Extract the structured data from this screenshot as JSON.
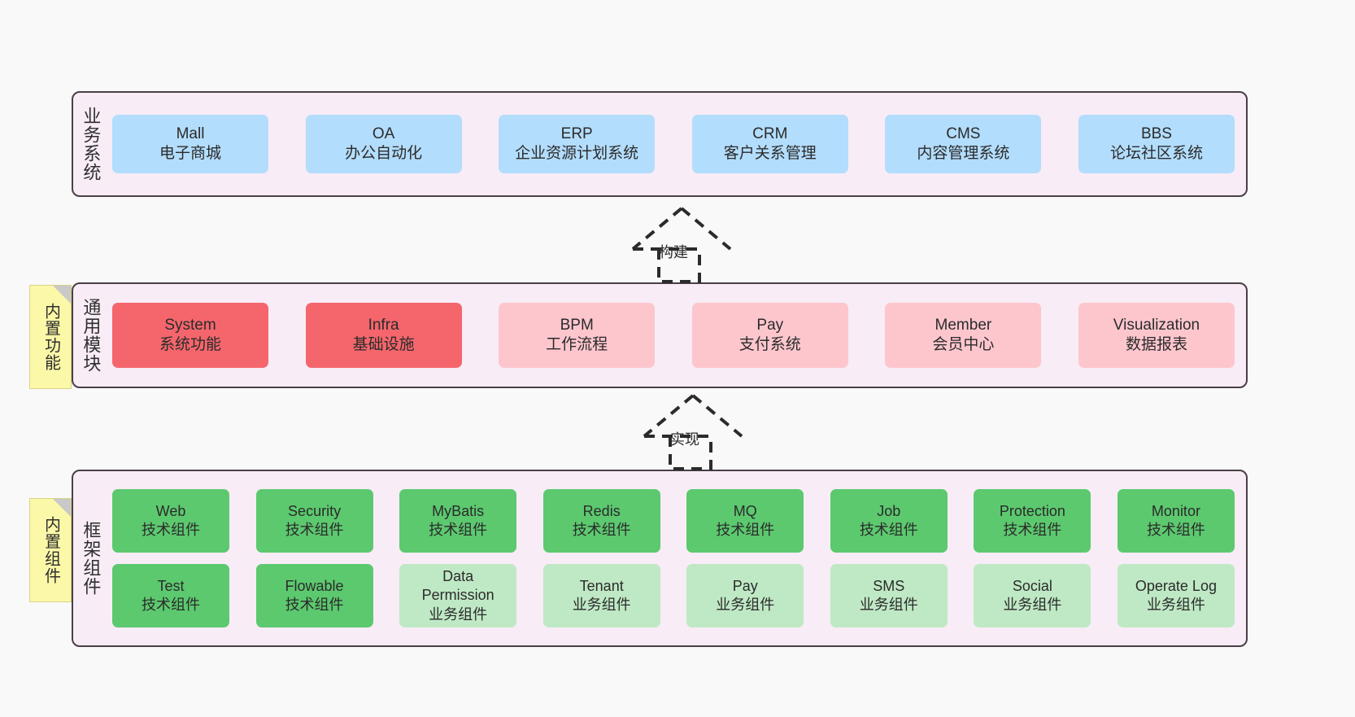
{
  "diagram": {
    "background_color": "#f9f9f9",
    "layer_fill": "#f8ecf6",
    "layer_border": "#4a3f47",
    "note_fill": "#fbf8a8"
  },
  "notes": [
    {
      "id": "built-in-functions",
      "text": "内置功能"
    },
    {
      "id": "built-in-components",
      "text": "内置组件"
    }
  ],
  "connectors": [
    {
      "id": "build",
      "label": "构建"
    },
    {
      "id": "implement",
      "label": "实现"
    }
  ],
  "layers": [
    {
      "id": "business-systems",
      "title": "业务系统",
      "color": "#b3ddfc",
      "nodes": [
        {
          "name": "Mall",
          "sub": "电子商城",
          "color": "blue"
        },
        {
          "name": "OA",
          "sub": "办公自动化",
          "color": "blue"
        },
        {
          "name": "ERP",
          "sub": "企业资源计划系统",
          "color": "blue"
        },
        {
          "name": "CRM",
          "sub": "客户关系管理",
          "color": "blue"
        },
        {
          "name": "CMS",
          "sub": "内容管理系统",
          "color": "blue"
        },
        {
          "name": "BBS",
          "sub": "论坛社区系统",
          "color": "blue"
        }
      ]
    },
    {
      "id": "common-modules",
      "title": "通用模块",
      "nodes": [
        {
          "name": "System",
          "sub": "系统功能",
          "color": "red"
        },
        {
          "name": "Infra",
          "sub": "基础设施",
          "color": "red"
        },
        {
          "name": "BPM",
          "sub": "工作流程",
          "color": "pink"
        },
        {
          "name": "Pay",
          "sub": "支付系统",
          "color": "pink"
        },
        {
          "name": "Member",
          "sub": "会员中心",
          "color": "pink"
        },
        {
          "name": "Visualization",
          "sub": "数据报表",
          "color": "pink"
        }
      ]
    },
    {
      "id": "framework-components",
      "title": "框架组件",
      "rows": [
        [
          {
            "name": "Web",
            "sub": "技术组件",
            "color": "green"
          },
          {
            "name": "Security",
            "sub": "技术组件",
            "color": "green"
          },
          {
            "name": "MyBatis",
            "sub": "技术组件",
            "color": "green"
          },
          {
            "name": "Redis",
            "sub": "技术组件",
            "color": "green"
          },
          {
            "name": "MQ",
            "sub": "技术组件",
            "color": "green"
          },
          {
            "name": "Job",
            "sub": "技术组件",
            "color": "green"
          },
          {
            "name": "Protection",
            "sub": "技术组件",
            "color": "green"
          },
          {
            "name": "Monitor",
            "sub": "技术组件",
            "color": "green"
          }
        ],
        [
          {
            "name": "Test",
            "sub": "技术组件",
            "color": "green"
          },
          {
            "name": "Flowable",
            "sub": "技术组件",
            "color": "green"
          },
          {
            "name": "Data Permission",
            "sub": "业务组件",
            "color": "lightgreen"
          },
          {
            "name": "Tenant",
            "sub": "业务组件",
            "color": "lightgreen"
          },
          {
            "name": "Pay",
            "sub": "业务组件",
            "color": "lightgreen"
          },
          {
            "name": "SMS",
            "sub": "业务组件",
            "color": "lightgreen"
          },
          {
            "name": "Social",
            "sub": "业务组件",
            "color": "lightgreen"
          },
          {
            "name": "Operate Log",
            "sub": "业务组件",
            "color": "lightgreen"
          }
        ]
      ]
    }
  ]
}
